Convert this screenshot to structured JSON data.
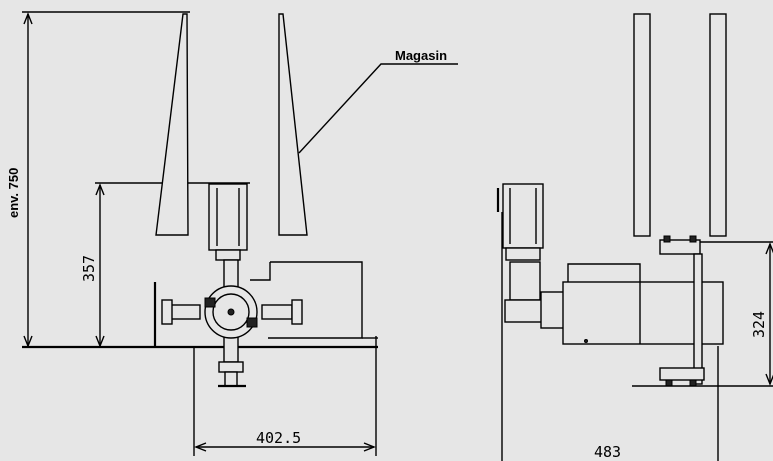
{
  "callouts": {
    "magazine": "Magasin"
  },
  "dimensions": {
    "overall_height": "env. 750",
    "base_height": "357",
    "front_width": "402.5",
    "side_width": "483",
    "side_height": "324"
  }
}
